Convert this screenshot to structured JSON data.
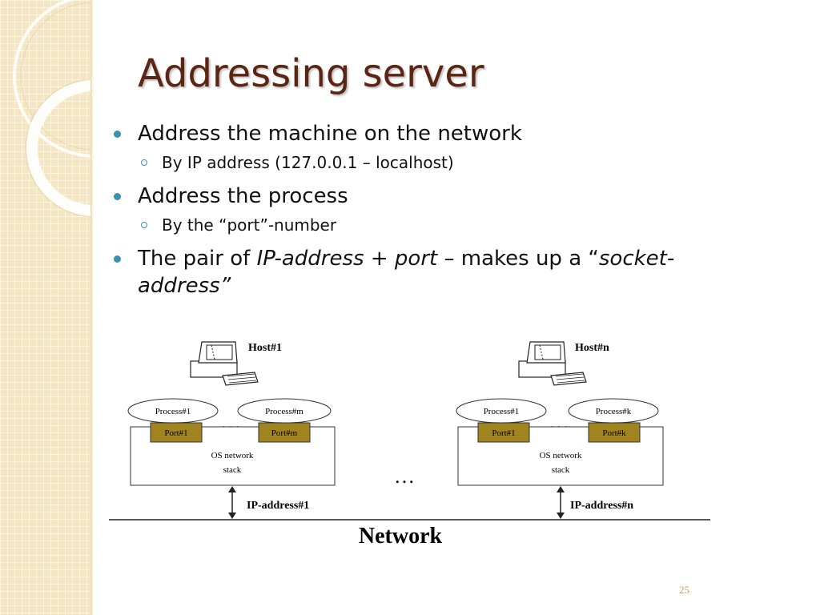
{
  "slide": {
    "title": "Addressing server",
    "page_number": "25",
    "bullets": [
      {
        "text": "Address the machine on the network",
        "sub": "By IP address (127.0.0.1 – localhost)"
      },
      {
        "text": "Address the process",
        "sub": "By the “port”-number"
      }
    ],
    "bullet3": {
      "p1": "The pair of ",
      "p2": "IP-address",
      "p3": " + ",
      "p4": "port",
      "p5": " – makes up a “",
      "p6": "socket-address”"
    }
  },
  "diagram": {
    "host1": {
      "label": "Host#1",
      "process_a": "Process#1",
      "process_b": "Process#m",
      "port_a": "Port#1",
      "port_b": "Port#m",
      "stack_line1": "OS network",
      "stack_line2": "stack",
      "ip": "IP-address#1"
    },
    "hostn": {
      "label": "Host#n",
      "process_a": "Process#1",
      "process_b": "Process#k",
      "port_a": "Port#1",
      "port_b": "Port#k",
      "stack_line1": "OS network",
      "stack_line2": "stack",
      "ip": "IP-address#n"
    },
    "ellipsis": "…",
    "network_label": "Network"
  },
  "colors": {
    "title": "#5a2512",
    "bullet": "#3a8fb7",
    "port_fill": "#a08420",
    "sidebar": "#f4e6c2"
  }
}
